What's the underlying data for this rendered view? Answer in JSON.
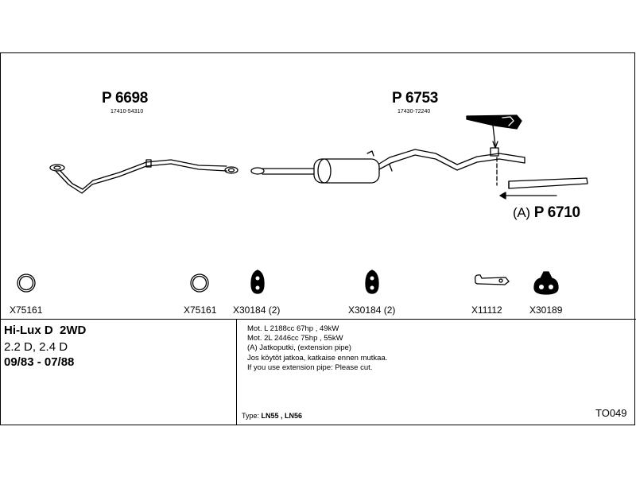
{
  "parts": {
    "front_pipe": {
      "number": "P 6698",
      "oem": "17410-54310"
    },
    "rear_silencer": {
      "number": "P 6753",
      "oem": "17430-72240"
    },
    "extension_pipe": {
      "number": "P 6710",
      "prefix": "(A)"
    }
  },
  "fittings": [
    {
      "code": "X75161"
    },
    {
      "code": "X75161"
    },
    {
      "code": "X30184 (2)"
    },
    {
      "code": "X30184 (2)"
    },
    {
      "code": "X11112"
    },
    {
      "code": "X30189"
    }
  ],
  "vehicle": {
    "model": "Hi-Lux D  2WD",
    "engines": "2.2 D, 2.4 D",
    "years": "09/83 - 07/88"
  },
  "notes": [
    "Mot. L 2188cc 67hp , 49kW",
    "Mot. 2L 2446cc 75hp , 55kW",
    "(A) Jatkoputki, (extension pipe)",
    "Jos köytöt jatkoa, katkaise ennen mutkaa.",
    "If you use extension pipe: Please cut."
  ],
  "type_label": "Type:",
  "type_value": "LN55 , LN56",
  "catalog_code": "TO049"
}
